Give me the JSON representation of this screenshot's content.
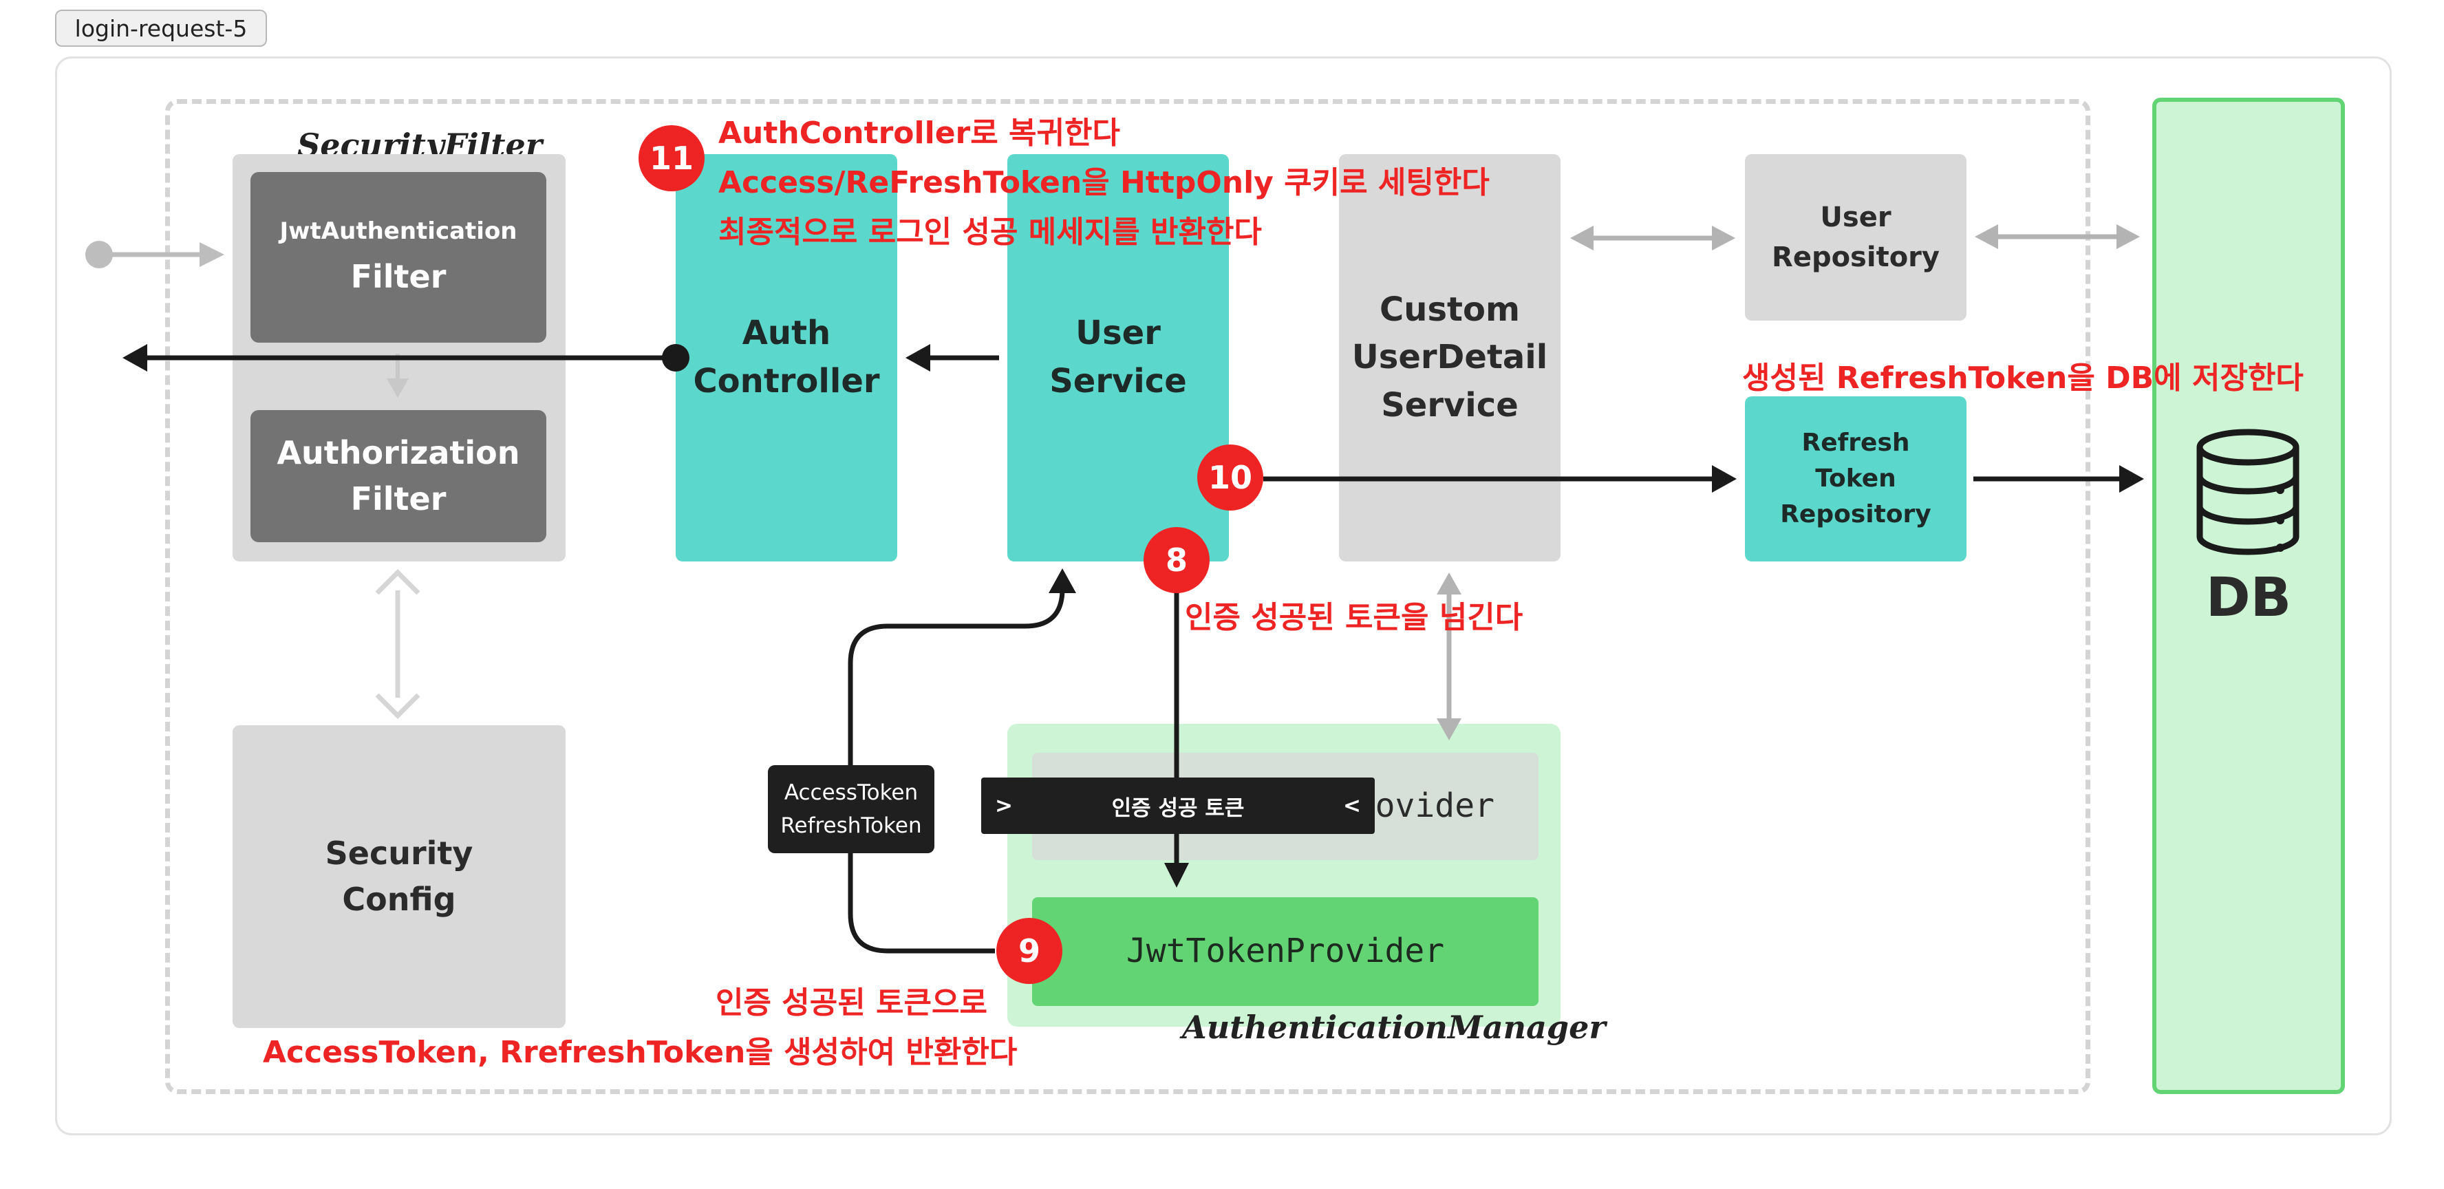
{
  "tab_label": "login-request-5",
  "groups": {
    "security_filter": "SecurityFilter",
    "authentication_manager": "AuthenticationManager"
  },
  "nodes": {
    "jwt_filter_line1": "JwtAuthentication",
    "jwt_filter_line2": "Filter",
    "authorization_filter_line1": "Authorization",
    "authorization_filter_line2": "Filter",
    "security_config_line1": "Security",
    "security_config_line2": "Config",
    "auth_controller_line1": "Auth",
    "auth_controller_line2": "Controller",
    "user_service_line1": "User",
    "user_service_line2": "Service",
    "custom_uds_line1": "Custom",
    "custom_uds_line2": "UserDetail",
    "custom_uds_line3": "Service",
    "user_repository_line1": "User",
    "user_repository_line2": "Repository",
    "refresh_repo_line1": "Refresh",
    "refresh_repo_line2": "Token",
    "refresh_repo_line3": "Repository",
    "provider_partial": "rovider",
    "jwt_token_provider": "JwtTokenProvider",
    "db": "DB"
  },
  "labels": {
    "token_box_line1": "AccessToken",
    "token_box_line2": "RefreshToken",
    "auth_success_token_left": ">",
    "auth_success_token": "인증 성공 토큰",
    "auth_success_token_right": "<"
  },
  "steps": [
    {
      "number": "8",
      "text_lines": [
        "인증 성공된 토큰을 넘긴다"
      ]
    },
    {
      "number": "9",
      "text_lines": [
        "인증 성공된 토큰으로",
        "AccessToken, RrefreshToken을 생성하여 반환한다"
      ]
    },
    {
      "number": "10",
      "text_lines": [
        "생성된 RefreshToken을 DB에 저장한다"
      ]
    },
    {
      "number": "11",
      "text_lines": [
        "AuthController로 복귀한다",
        "Access/ReFreshToken을 HttpOnly 쿠키로 세팅한다",
        "최종적으로 로그인 성공 메세지를 반환한다"
      ]
    }
  ],
  "colors": {
    "accent_red": "#ee2424",
    "teal": "#5bd8cb",
    "green": "#63d474",
    "light_green": "#cdf5d5",
    "grey_box": "#d9d9d9",
    "dark_grey_box": "#737373"
  }
}
